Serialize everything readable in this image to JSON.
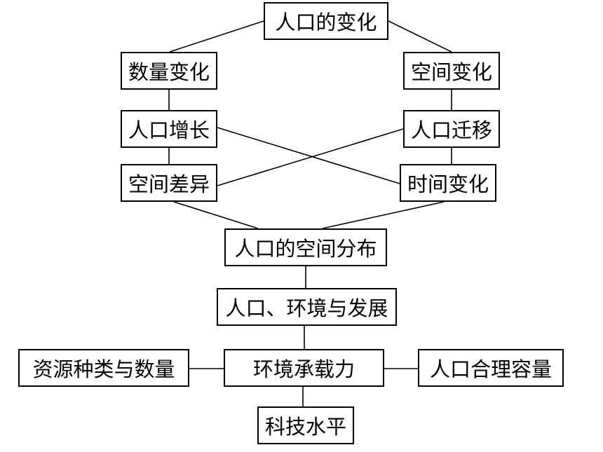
{
  "diagram": {
    "nodes": {
      "root": "人口的变化",
      "quantity_change": "数量变化",
      "space_change": "空间变化",
      "population_growth": "人口增长",
      "population_migration": "人口迁移",
      "spatial_difference": "空间差异",
      "time_change": "时间变化",
      "spatial_distribution": "人口的空间分布",
      "population_environment": "人口、环境与发展",
      "carrying_capacity": "环境承载力",
      "resources": "资源种类与数量",
      "reasonable_capacity": "人口合理容量",
      "technology": "科技水平"
    },
    "edges": [
      [
        "root",
        "quantity_change"
      ],
      [
        "root",
        "space_change"
      ],
      [
        "quantity_change",
        "population_growth"
      ],
      [
        "space_change",
        "population_migration"
      ],
      [
        "population_growth",
        "spatial_difference"
      ],
      [
        "population_migration",
        "time_change"
      ],
      [
        "population_growth",
        "time_change"
      ],
      [
        "population_migration",
        "spatial_difference"
      ],
      [
        "spatial_difference",
        "spatial_distribution"
      ],
      [
        "time_change",
        "spatial_distribution"
      ],
      [
        "spatial_distribution",
        "population_environment"
      ],
      [
        "population_environment",
        "carrying_capacity"
      ],
      [
        "resources",
        "carrying_capacity"
      ],
      [
        "carrying_capacity",
        "reasonable_capacity"
      ],
      [
        "carrying_capacity",
        "technology"
      ]
    ],
    "line_color": "#000000",
    "box_border_color": "#000000"
  }
}
